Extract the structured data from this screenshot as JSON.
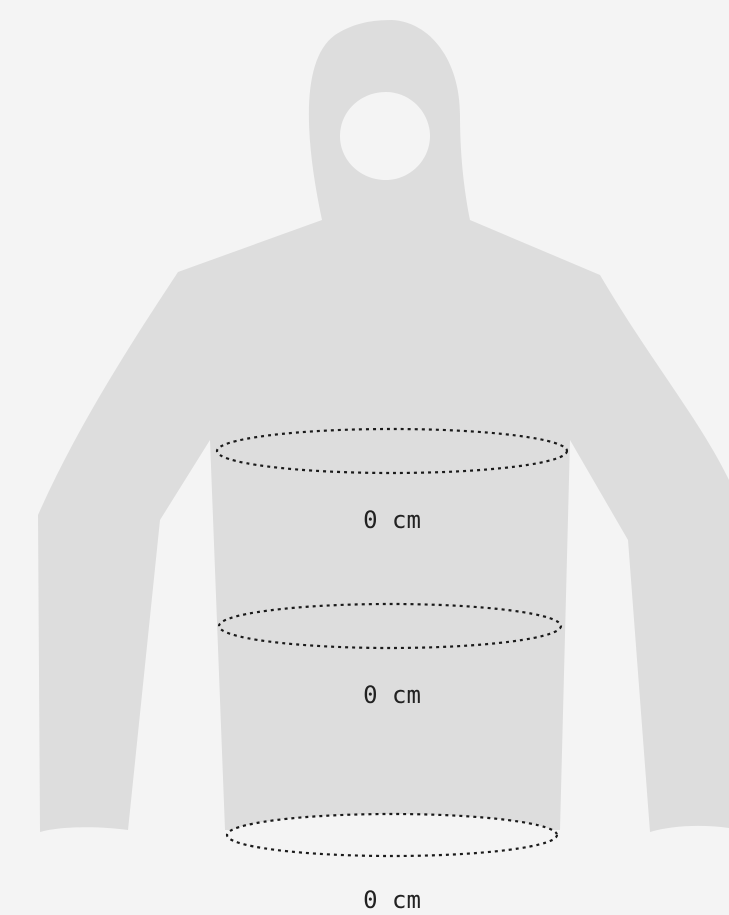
{
  "colors": {
    "background": "#f4f4f4",
    "garment": "#dddddd",
    "dots": "#1a1a1a",
    "text": "#222222"
  },
  "garment": {
    "type": "hoodie-icon"
  },
  "measurements": [
    {
      "id": "chest",
      "value": "0 cm"
    },
    {
      "id": "waist",
      "value": "0 cm"
    },
    {
      "id": "hip",
      "value": "0 cm"
    }
  ]
}
